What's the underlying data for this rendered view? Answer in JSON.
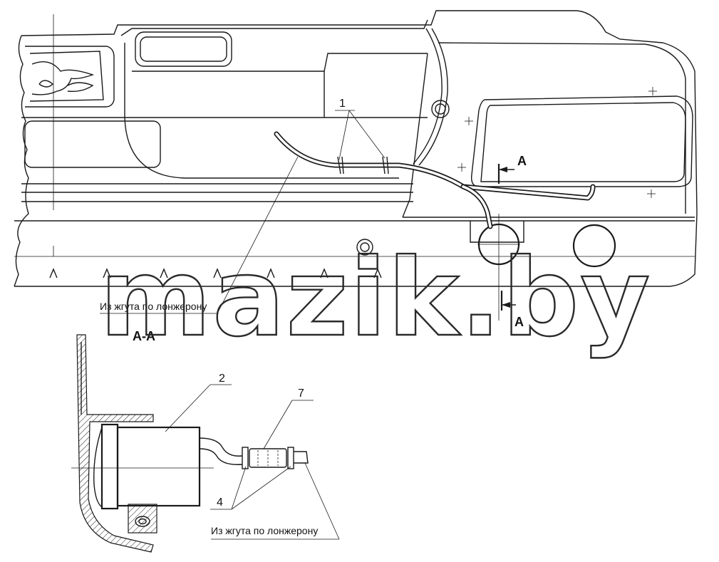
{
  "labels": {
    "callout_1": "1",
    "callout_2": "2",
    "callout_4": "4",
    "callout_7": "7",
    "section_top": "A",
    "section_bottom": "A",
    "section_title": "A-A",
    "note_top": "Из жгута по лонжерону",
    "note_bottom": "Из жгута по лонжерону"
  },
  "watermark": "mazik.by"
}
